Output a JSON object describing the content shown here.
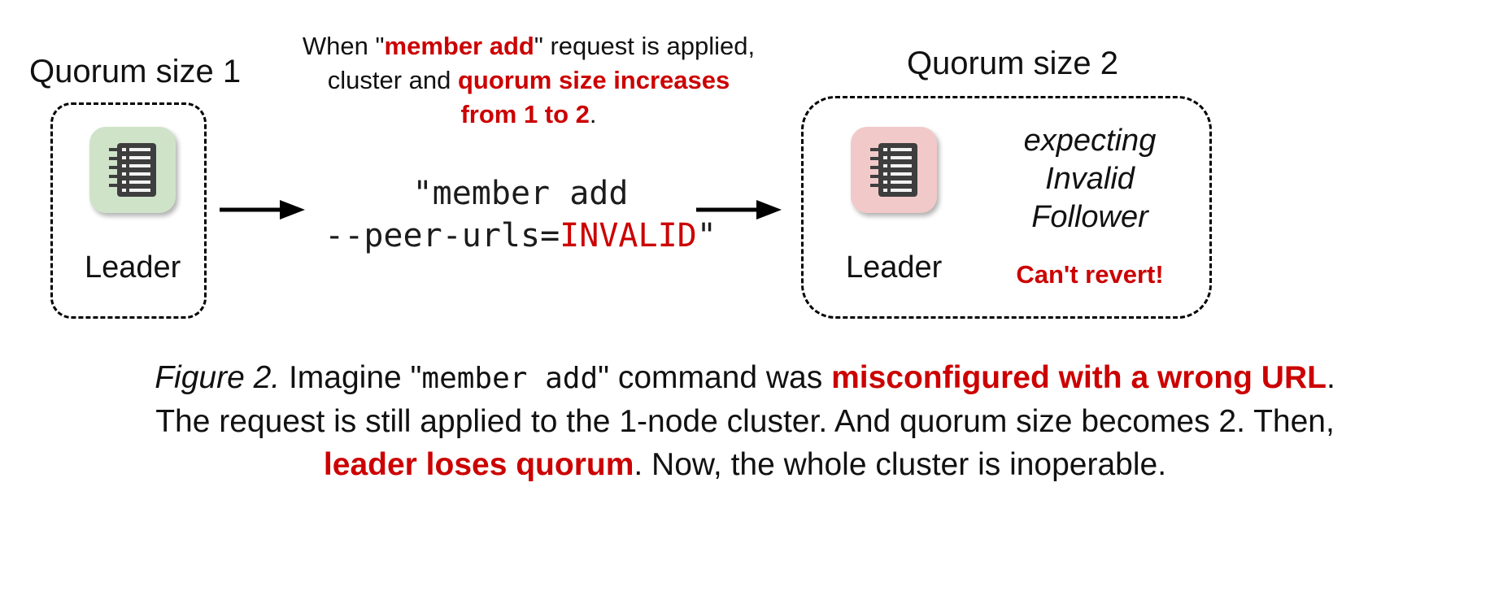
{
  "colors": {
    "red": "#cc0000",
    "green-bg": "#cfe3c9",
    "pink-bg": "#f2c9c9",
    "icon-dark": "#3e3e3e",
    "ink": "#111111"
  },
  "icons": {
    "leader_node": "journal-icon",
    "transition": "arrow-right-icon"
  },
  "left_cluster": {
    "title": "Quorum size 1",
    "node_label": "Leader"
  },
  "annotation": {
    "l1a": "When \"",
    "l1b": "member add",
    "l1c": "\" request is applied,",
    "l2a": "cluster and ",
    "l2b": "quorum size increases",
    "l3a": "from 1 to 2",
    "l3b": "."
  },
  "command": {
    "line1": "\"member add",
    "line2a": "--peer-urls=",
    "line2b": "INVALID",
    "line2c": "\""
  },
  "right_cluster": {
    "title": "Quorum size 2",
    "node_label": "Leader",
    "expect1": "expecting",
    "expect2": "Invalid",
    "expect3": "Follower",
    "warning": "Can't revert!"
  },
  "caption": {
    "fig": "Figure 2.",
    "s1": " Imagine \"",
    "s2": "member add",
    "s3": "\" command was ",
    "s4": "misconfigured with a wrong URL",
    "s5": ".",
    "line2": "The request is still applied to the 1-node cluster. And quorum size becomes 2. Then,",
    "s6": "leader loses quorum",
    "s7": ". Now, the whole cluster is inoperable."
  }
}
